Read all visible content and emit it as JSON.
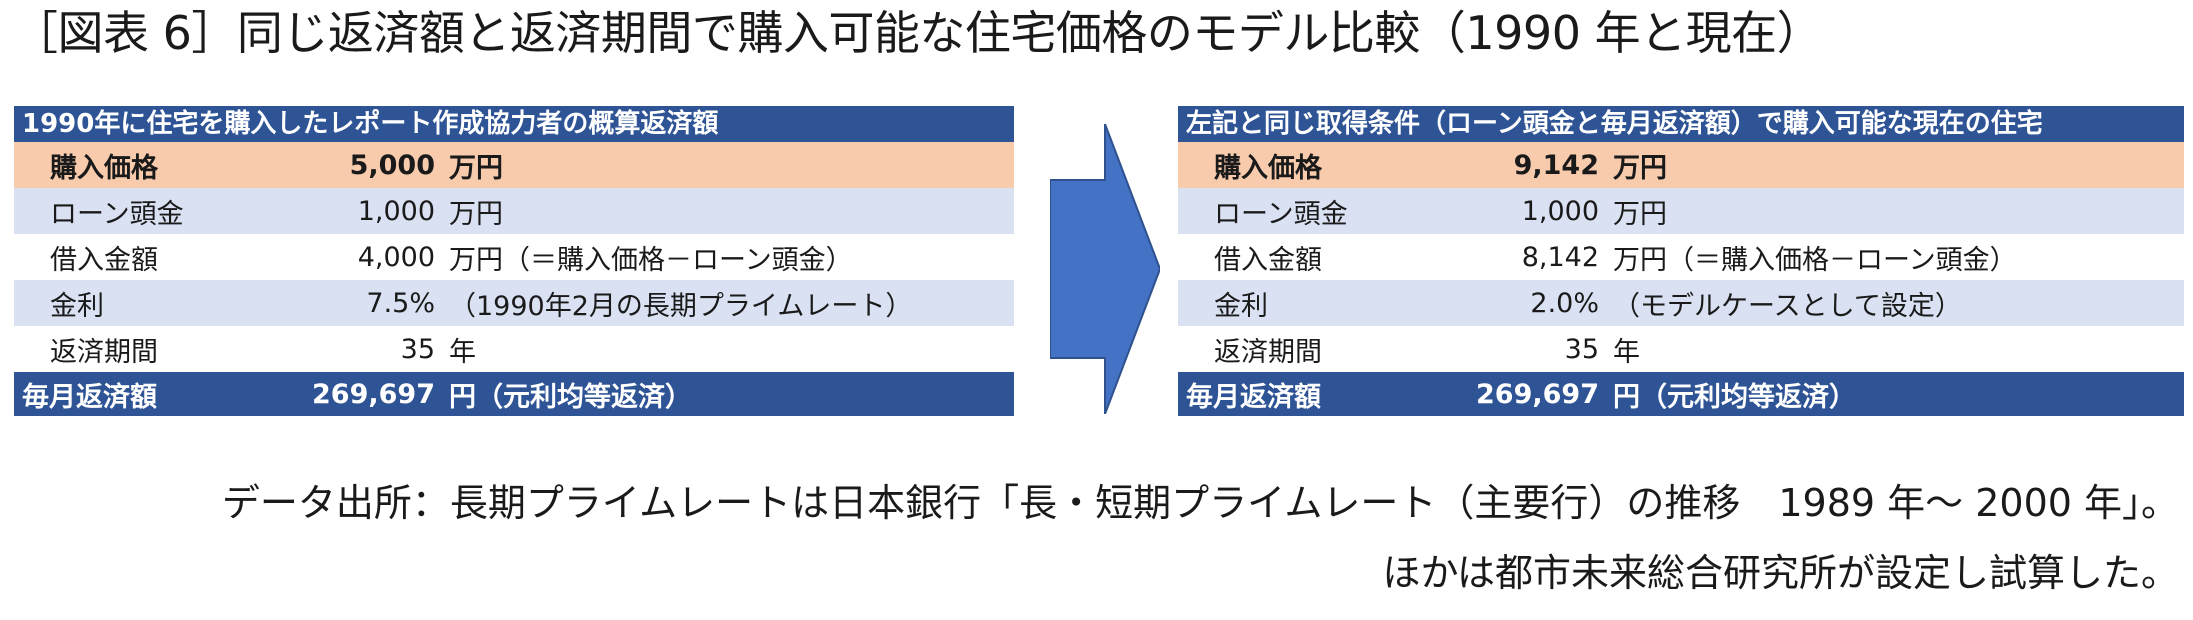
{
  "figure_title": "［図表 6］同じ返済額と返済期間で購入可能な住宅価格のモデル比較（1990 年と現在）",
  "left_table": {
    "header": "1990年に住宅を購入したレポート作成協力者の概算返済額",
    "rows": [
      {
        "label": "購入価格",
        "value": "5,000",
        "unit": "万円",
        "style": "peach"
      },
      {
        "label": "ローン頭金",
        "value": "1,000",
        "unit": "万円",
        "style": "blue"
      },
      {
        "label": "借入金額",
        "value": "4,000",
        "unit": "万円（＝購入価格－ローン頭金）",
        "style": "white"
      },
      {
        "label": "金利",
        "value": "7.5%",
        "unit": "（1990年2月の長期プライムレート）",
        "style": "blue"
      },
      {
        "label": "返済期間",
        "value": "35",
        "unit": "年",
        "style": "white"
      }
    ],
    "footer": {
      "label": "毎月返済額",
      "value": "269,697",
      "unit": "円（元利均等返済）"
    }
  },
  "right_table": {
    "header": "左記と同じ取得条件（ローン頭金と毎月返済額）で購入可能な現在の住宅",
    "rows": [
      {
        "label": "購入価格",
        "value": "9,142",
        "unit": "万円",
        "style": "peach"
      },
      {
        "label": "ローン頭金",
        "value": "1,000",
        "unit": "万円",
        "style": "blue"
      },
      {
        "label": "借入金額",
        "value": "8,142",
        "unit": "万円（＝購入価格－ローン頭金）",
        "style": "white"
      },
      {
        "label": "金利",
        "value": "2.0%",
        "unit": "（モデルケースとして設定）",
        "style": "blue"
      },
      {
        "label": "返済期間",
        "value": "35",
        "unit": "年",
        "style": "white"
      }
    ],
    "footer": {
      "label": "毎月返済額",
      "value": "269,697",
      "unit": "円（元利均等返済）"
    }
  },
  "notes": {
    "line1": "データ出所：長期プライムレートは日本銀行「長・短期プライムレート（主要行）の推移　1989 年～ 2000 年」。",
    "line2": "ほかは都市未来総合研究所が設定し試算した。"
  },
  "colors": {
    "header_bg": "#2e5496",
    "highlight_row": "#f8cbad",
    "band_row": "#d9e1f2",
    "arrow": "#4472c4"
  }
}
